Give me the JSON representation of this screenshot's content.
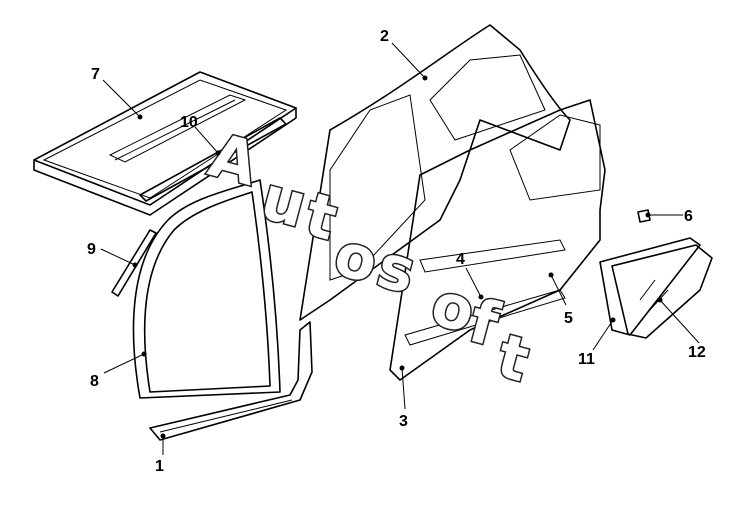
{
  "diagram": {
    "labels": [
      "1",
      "2",
      "3",
      "4",
      "5",
      "6",
      "7",
      "8",
      "9",
      "10",
      "11",
      "12"
    ]
  },
  "watermark": {
    "letters": [
      "A",
      "u",
      "t",
      "o",
      "s",
      "o",
      "f",
      "t"
    ]
  }
}
